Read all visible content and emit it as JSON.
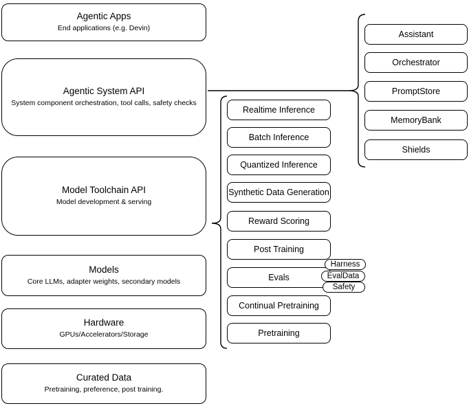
{
  "diagram": {
    "left_column": [
      {
        "title": "Agentic Apps",
        "subtitle": "End applications (e.g. Devin)"
      },
      {
        "title": "Agentic System API",
        "subtitle": "System component orchestration, tool calls, safety checks"
      },
      {
        "title": "Model Toolchain API",
        "subtitle": "Model development & serving"
      },
      {
        "title": "Models",
        "subtitle": "Core LLMs, adapter weights, secondary models"
      },
      {
        "title": "Hardware",
        "subtitle": "GPUs/Accelerators/Storage"
      },
      {
        "title": "Curated Data",
        "subtitle": "Pretraining, preference, post training."
      }
    ],
    "middle_column": [
      "Realtime Inference",
      "Batch Inference",
      "Quantized Inference",
      "Synthetic Data Generation",
      "Reward Scoring",
      "Post Training",
      "Evals",
      "Continual Pretraining",
      "Pretraining"
    ],
    "evals_tags": [
      "Harness",
      "EvalData",
      "Safety"
    ],
    "right_column": [
      "Assistant",
      "Orchestrator",
      "PromptStore",
      "MemoryBank",
      "Shields"
    ],
    "colors": {
      "stroke": "#000000",
      "background": "#ffffff",
      "text": "#000000"
    }
  }
}
